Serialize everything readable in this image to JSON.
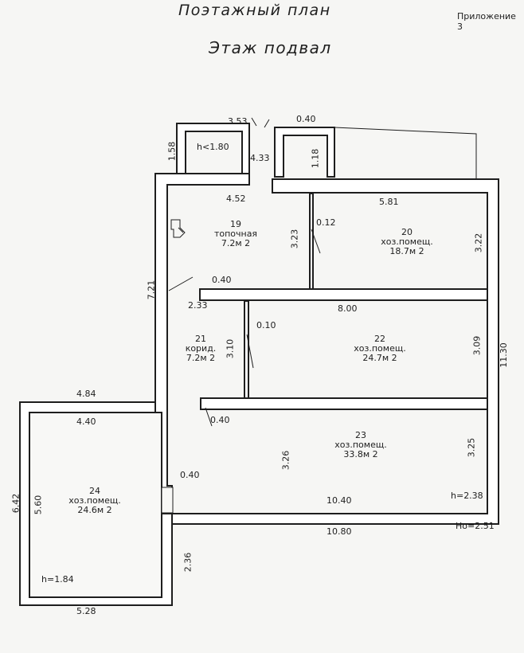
{
  "header": {
    "title": "Поэтажный план",
    "floor": "Этаж подвал",
    "appendix": "Приложение 3"
  },
  "rooms": [
    {
      "num": "19",
      "name": "топочная",
      "area": "7.2м 2"
    },
    {
      "num": "20",
      "name": "хоз.помещ.",
      "area": "18.7м 2"
    },
    {
      "num": "21",
      "name": "корид.",
      "area": "7.2м 2"
    },
    {
      "num": "22",
      "name": "хоз.помещ.",
      "area": "24.7м 2"
    },
    {
      "num": "23",
      "name": "хоз.помещ.",
      "area": "33.8м 2"
    },
    {
      "num": "24",
      "name": "хоз.помещ.",
      "area": "24.6м 2"
    }
  ],
  "dimensions": {
    "d353": "3.53",
    "d040a": "0.40",
    "d158": "1.58",
    "dh180": "h<1.80",
    "d433": "4.33",
    "d118": "1.18",
    "d452": "4.52",
    "d581": "5.81",
    "d323": "3.23",
    "d012": "0.12",
    "d322": "3.22",
    "d721": "7.21",
    "d040b": "0.40",
    "d233": "2.33",
    "d800": "8.00",
    "d010": "0.10",
    "d310": "3.10",
    "d309": "3.09",
    "d1130": "11.30",
    "d484": "4.84",
    "d440": "4.40",
    "d040c": "0.40",
    "d326": "3.26",
    "d325": "3.25",
    "d642": "6.42",
    "d560": "5.60",
    "d040d": "0.40",
    "d1040": "10.40",
    "dh238": "h=2.38",
    "dh0251": "Ho=2.51",
    "d1080": "10.80",
    "d236": "2.36",
    "dh184": "h=1.84",
    "d528": "5.28"
  }
}
